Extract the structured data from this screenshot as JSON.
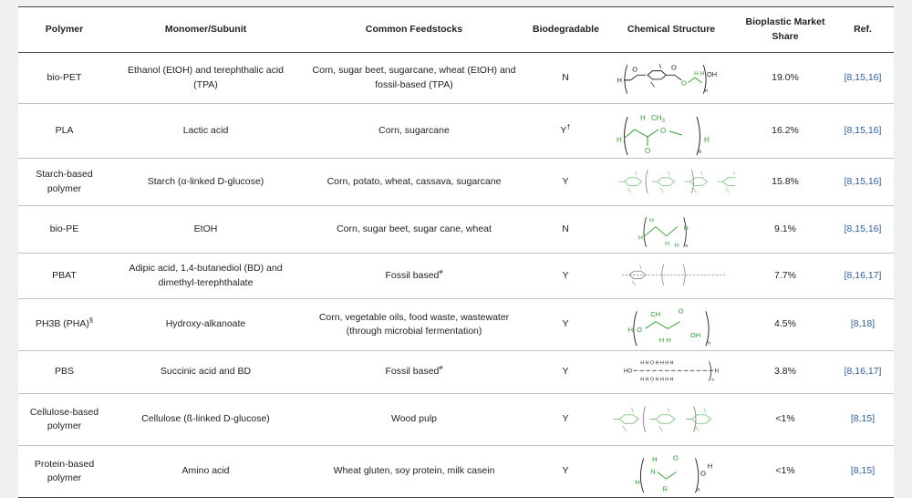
{
  "headers": {
    "polymer": "Polymer",
    "monomer": "Monomer/Subunit",
    "feedstocks": "Common Feedstocks",
    "biodegradable": "Biodegradable",
    "structure": "Chemical Structure",
    "share": "Bioplastic Market Share",
    "ref": "Ref."
  },
  "rows": [
    {
      "polymer": "bio-PET",
      "polymer_mark": "",
      "monomer": "Ethanol (EtOH) and terephthalic acid (TPA)",
      "feedstocks": "Corn, sugar beet, sugarcane, wheat (EtOH) and fossil-based (TPA)",
      "feed_mark": "",
      "bio": "N",
      "bio_mark": "",
      "structure": "bio-pet-structure",
      "share": "19.0%",
      "ref": "[8,15,16]"
    },
    {
      "polymer": "PLA",
      "polymer_mark": "",
      "monomer": "Lactic acid",
      "feedstocks": "Corn, sugarcane",
      "feed_mark": "",
      "bio": "Y",
      "bio_mark": "†",
      "structure": "pla-structure",
      "share": "16.2%",
      "ref": "[8,15,16]"
    },
    {
      "polymer": "Starch-based polymer",
      "polymer_mark": "",
      "monomer": "Starch (α-linked D-glucose)",
      "feedstocks": "Corn, potato, wheat, cassava, sugarcane",
      "feed_mark": "",
      "bio": "Y",
      "bio_mark": "",
      "structure": "starch-structure",
      "share": "15.8%",
      "ref": "[8,15,16]"
    },
    {
      "polymer": "bio-PE",
      "polymer_mark": "",
      "monomer": "EtOH",
      "feedstocks": "Corn, sugar beet, sugar cane, wheat",
      "feed_mark": "",
      "bio": "N",
      "bio_mark": "",
      "structure": "bio-pe-structure",
      "share": "9.1%",
      "ref": "[8,15,16]"
    },
    {
      "polymer": "PBAT",
      "polymer_mark": "",
      "monomer": "Adipic acid, 1,4-butanediol (BD) and dimethyl-terephthalate",
      "feedstocks": "Fossil based",
      "feed_mark": "#",
      "bio": "Y",
      "bio_mark": "",
      "structure": "pbat-structure",
      "share": "7.7%",
      "ref": "[8,16,17]"
    },
    {
      "polymer": "PH3B (PHA)",
      "polymer_mark": "§",
      "monomer": "Hydroxy-alkanoate",
      "feedstocks": "Corn, vegetable oils, food waste, wastewater (through microbial fermentation)",
      "feed_mark": "",
      "bio": "Y",
      "bio_mark": "",
      "structure": "ph3b-structure",
      "share": "4.5%",
      "ref": "[8,18]"
    },
    {
      "polymer": "PBS",
      "polymer_mark": "",
      "monomer": "Succinic acid and BD",
      "feedstocks": "Fossil based",
      "feed_mark": "#",
      "bio": "Y",
      "bio_mark": "",
      "structure": "pbs-structure",
      "share": "3.8%",
      "ref": "[8,16,17]"
    },
    {
      "polymer": "Cellulose-based polymer",
      "polymer_mark": "",
      "monomer": "Cellulose (ß-linked D-glucose)",
      "feedstocks": "Wood pulp",
      "feed_mark": "",
      "bio": "Y",
      "bio_mark": "",
      "structure": "cellulose-structure",
      "share": "<1%",
      "ref": "[8,15]"
    },
    {
      "polymer": "Protein-based polymer",
      "polymer_mark": "",
      "monomer": "Amino acid",
      "feedstocks": "Wheat gluten, soy protein, milk casein",
      "feed_mark": "",
      "bio": "Y",
      "bio_mark": "",
      "structure": "protein-structure",
      "share": "<1%",
      "ref": "[8,15]"
    }
  ],
  "structure_labels": {
    "h": "H",
    "oh": "OH",
    "o": "O",
    "n": "n",
    "ch3": "CH",
    "three": "3",
    "ho": "HO",
    "nh": "N",
    "r": "R"
  },
  "colors": {
    "accent_green": "#2f9e2f",
    "ref_blue": "#2a5ea0",
    "rule": "#444444"
  }
}
